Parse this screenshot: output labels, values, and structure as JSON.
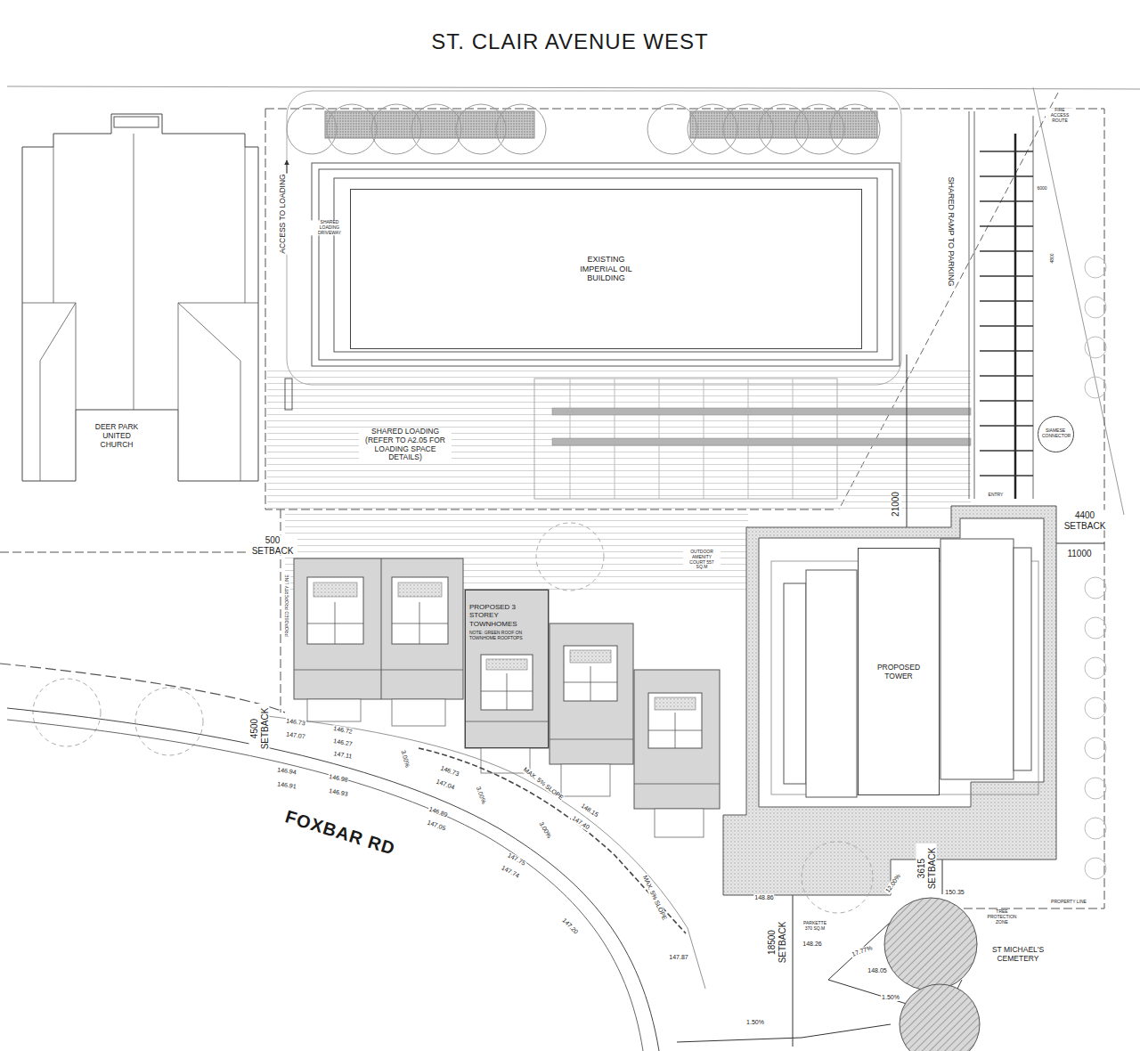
{
  "diagram": {
    "nodes": [
      {
        "text": [
          "EXISTING IMPERIAL OIL BUILDING"
        ]
      },
      {
        "text": [
          "PROPOSED 3 STOREY TOWNHOMES",
          "NOTE: GREEN ROOF ON TOWNHOME ROOFTOPS"
        ]
      },
      {
        "text": [
          "PROPOSED TOWER"
        ]
      },
      {
        "text": [
          "SIAMESE CONNECTOR"
        ]
      }
    ],
    "labels": [
      "ST. CLAIR AVENUE WEST",
      "DEER PARK UNITED CHURCH",
      "ACCESS TO LOADING",
      "SHARED LOADING DRIVEWAY",
      "SHARED RAMP TO PARKING",
      "FIRE ACCESS ROUTE",
      "6000",
      "4800",
      "SHARED LOADING (REFER TO A2.05 FOR LOADING SPACE DETAILS)",
      "ENTRY",
      "21000",
      "4400 SETBACK",
      "11000",
      "500 SETBACK",
      "PROPOSED PROPERTY LINE",
      "OUTDOOR AMENITY COURT 557 SQ.M",
      "4500 SETBACK",
      "FOXBAR RD",
      "MAX. 5% SLOPE",
      "MAX. 5% SLOPE",
      "18500 SETBACK",
      "3615 SETBACK",
      "PARKETTE 370 SQ.M",
      "TREE PROTECTION ZONE",
      "ST MICHAEL'S CEMETERY",
      "PROPERTY LINE",
      "146.73",
      "147.07",
      "146.94",
      "146.91",
      "146.72",
      "146.27",
      "147.11",
      "146.98",
      "146.93",
      "3.00%",
      "146.73",
      "147.04",
      "146.89",
      "147.05",
      "3.00%",
      "148.15",
      "147.40",
      "147.75",
      "147.74",
      "3.00%",
      "147.20",
      "147.87",
      "1.50%",
      "148.86",
      "148.26",
      "17.77%",
      "12.00%",
      "150.35",
      "148.05",
      "1.50%"
    ]
  }
}
